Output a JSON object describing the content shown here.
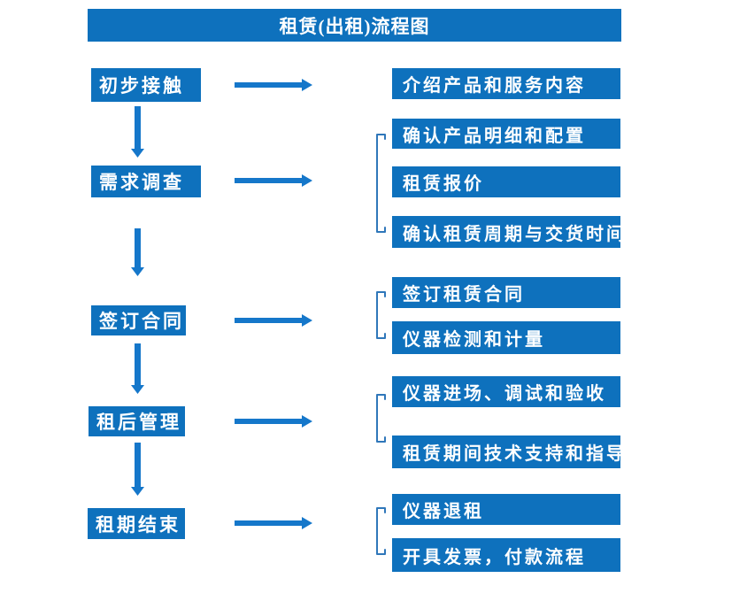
{
  "title": "租赁(出租)流程图",
  "colors": {
    "box_fill": "#0e71bd",
    "arrow": "#1577ca",
    "bracket": "#2f77ba",
    "text": "#ffffff",
    "background": "#ffffff"
  },
  "steps": [
    {
      "label": "初步接触",
      "children": [
        "介绍产品和服务内容"
      ]
    },
    {
      "label": "需求调查",
      "children": [
        "确认产品明细和配置",
        "租赁报价",
        "确认租赁周期与交货时间"
      ]
    },
    {
      "label": "签订合同",
      "children": [
        "签订租赁合同",
        "仪器检测和计量"
      ]
    },
    {
      "label": "租后管理",
      "children": [
        "仪器进场、调试和验收",
        "租赁期间技术支持和指导"
      ]
    },
    {
      "label": "租期结束",
      "children": [
        "仪器退租",
        "开具发票，付款流程"
      ]
    }
  ]
}
